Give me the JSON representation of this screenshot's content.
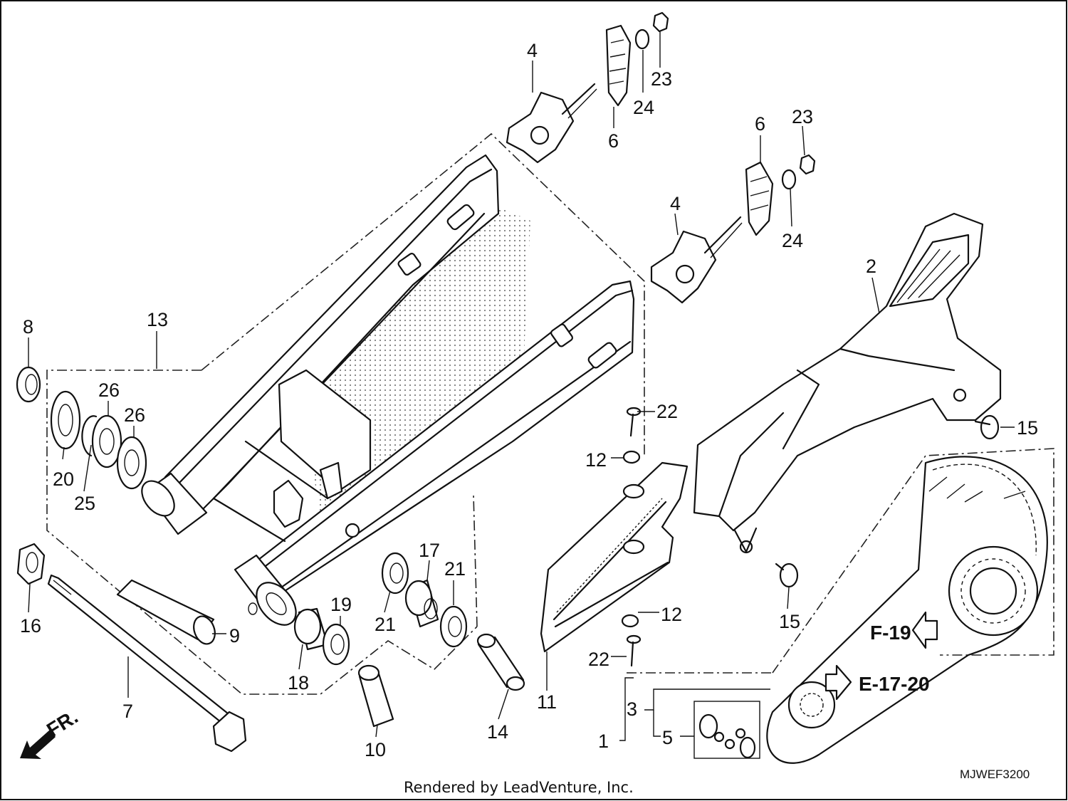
{
  "diagram": {
    "callouts": [
      {
        "id": "c1",
        "label": "1"
      },
      {
        "id": "c2",
        "label": "2"
      },
      {
        "id": "c3",
        "label": "3"
      },
      {
        "id": "c4a",
        "label": "4"
      },
      {
        "id": "c4b",
        "label": "4"
      },
      {
        "id": "c5",
        "label": "5"
      },
      {
        "id": "c6a",
        "label": "6"
      },
      {
        "id": "c6b",
        "label": "6"
      },
      {
        "id": "c7",
        "label": "7"
      },
      {
        "id": "c8",
        "label": "8"
      },
      {
        "id": "c9",
        "label": "9"
      },
      {
        "id": "c10",
        "label": "10"
      },
      {
        "id": "c11",
        "label": "11"
      },
      {
        "id": "c12a",
        "label": "12"
      },
      {
        "id": "c12b",
        "label": "12"
      },
      {
        "id": "c13",
        "label": "13"
      },
      {
        "id": "c14",
        "label": "14"
      },
      {
        "id": "c15a",
        "label": "15"
      },
      {
        "id": "c15b",
        "label": "15"
      },
      {
        "id": "c16",
        "label": "16"
      },
      {
        "id": "c17",
        "label": "17"
      },
      {
        "id": "c18",
        "label": "18"
      },
      {
        "id": "c19",
        "label": "19"
      },
      {
        "id": "c20",
        "label": "20"
      },
      {
        "id": "c21a",
        "label": "21"
      },
      {
        "id": "c21b",
        "label": "21"
      },
      {
        "id": "c22a",
        "label": "22"
      },
      {
        "id": "c22b",
        "label": "22"
      },
      {
        "id": "c23a",
        "label": "23"
      },
      {
        "id": "c23b",
        "label": "23"
      },
      {
        "id": "c24a",
        "label": "24"
      },
      {
        "id": "c24b",
        "label": "24"
      },
      {
        "id": "c25",
        "label": "25"
      },
      {
        "id": "c26a",
        "label": "26"
      },
      {
        "id": "c26b",
        "label": "26"
      }
    ],
    "references": {
      "f19": "F-19",
      "e1720": "E-17-20",
      "front": "FR."
    },
    "diagram_code": "MJWEF3200",
    "credit": "Rendered by LeadVenture, Inc."
  }
}
